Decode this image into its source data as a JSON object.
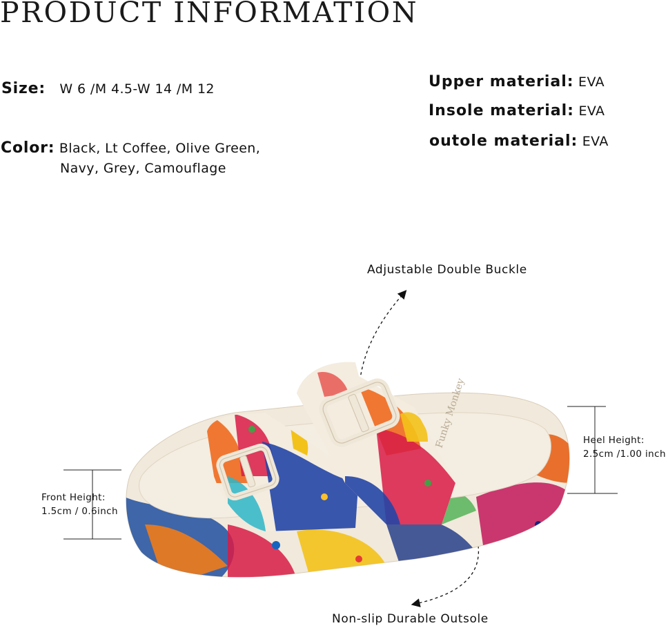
{
  "title": "PRODUCT INFORMATION",
  "specs": {
    "size_label": "Size",
    "size_value": "W 6 /M 4.5-W 14 /M 12",
    "color_label": "Color:",
    "color_line1": "Black, Lt Coffee, Olive Green,",
    "color_line2": "Navy, Grey, Camouflage",
    "upper_label": "Upper material",
    "upper_value": "EVA",
    "insole_label": "Insole material",
    "insole_value": "EVA",
    "outsole_label": "outole material",
    "outsole_value": "EVA"
  },
  "callouts": {
    "buckle": "Adjustable Double Buckle",
    "outsole": "Non-slip Durable Outsole",
    "front_height_label": "Front Height:",
    "front_height_value": "1.5cm / 0.6inch",
    "heel_height_label": "Heel Height:",
    "heel_height_value": "2.5cm /1.00 inch"
  },
  "product": {
    "insole_brand": "Funky Monkey"
  }
}
